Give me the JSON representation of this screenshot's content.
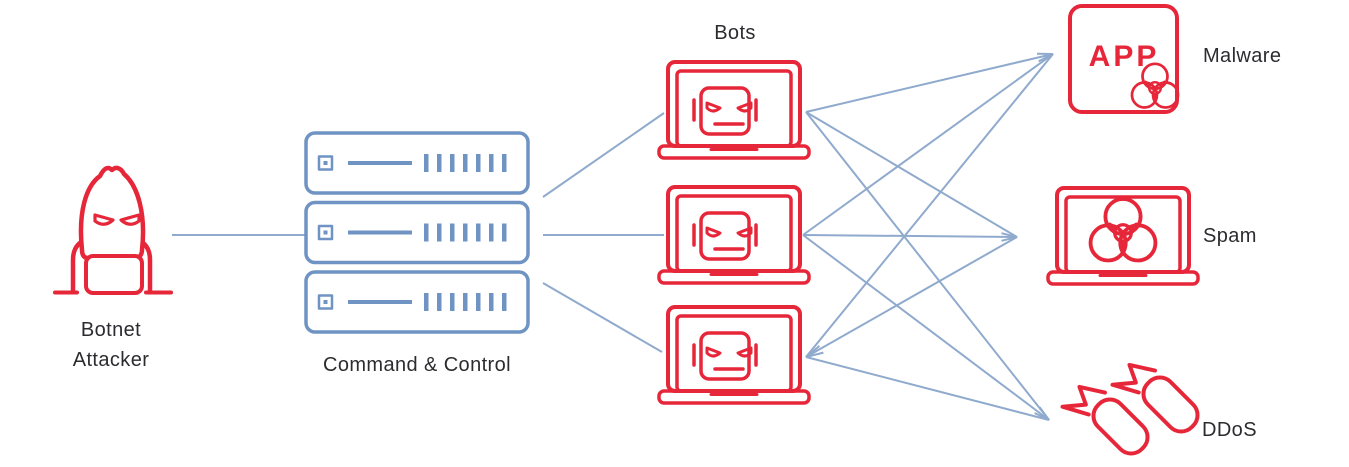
{
  "colors": {
    "icon_red": "#e6273a",
    "server_blue": "#6f93c3",
    "line_blue": "#8faacd",
    "text": "#2c2c30",
    "background": "#ffffff"
  },
  "nodes": {
    "attacker": {
      "label_line1": "Botnet",
      "label_line2": "Attacker",
      "icon": "hooded-attacker-laptop-icon"
    },
    "command_control": {
      "label": "Command & Control",
      "icon": "server-stack-icon",
      "server_count": 3
    },
    "bots": {
      "label": "Bots",
      "icon": "bot-laptop-icon",
      "count": 3
    },
    "targets": [
      {
        "id": "malware",
        "label": "Malware",
        "badge_text": "APP",
        "icon": "app-box-virus-icon"
      },
      {
        "id": "spam",
        "label": "Spam",
        "icon": "laptop-biohazard-icon"
      },
      {
        "id": "ddos",
        "label": "DDoS",
        "icon": "double-bomb-icon"
      }
    ]
  },
  "connections": [
    {
      "from": "botnet-attacker",
      "to": "command-control"
    },
    {
      "from": "command-control",
      "to": "bot-1"
    },
    {
      "from": "command-control",
      "to": "bot-2"
    },
    {
      "from": "command-control",
      "to": "bot-3"
    },
    {
      "from": "bot-1",
      "to": "malware"
    },
    {
      "from": "bot-1",
      "to": "spam"
    },
    {
      "from": "bot-1",
      "to": "ddos"
    },
    {
      "from": "bot-2",
      "to": "malware"
    },
    {
      "from": "bot-2",
      "to": "spam"
    },
    {
      "from": "bot-2",
      "to": "ddos"
    },
    {
      "from": "bot-3",
      "to": "malware"
    },
    {
      "from": "bot-3",
      "to": "spam"
    },
    {
      "from": "bot-3",
      "to": "ddos"
    }
  ]
}
